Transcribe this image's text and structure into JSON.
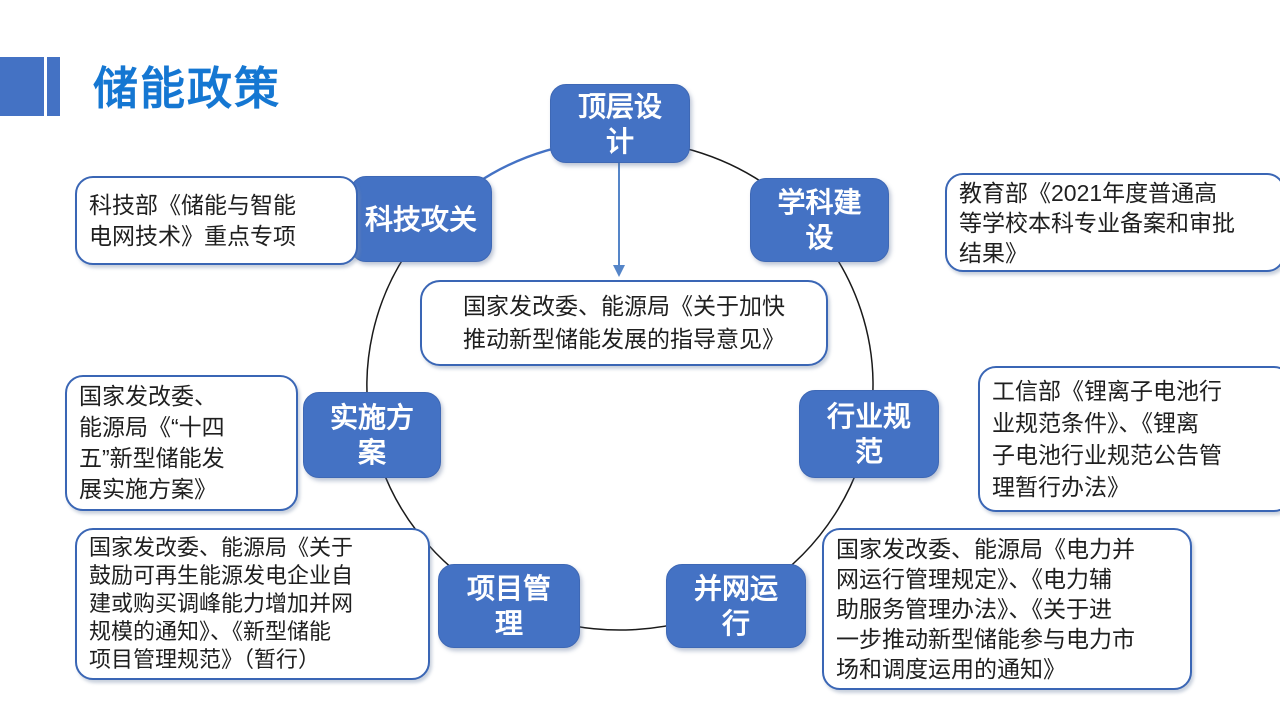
{
  "title": {
    "text": "储能政策"
  },
  "colors": {
    "accent_blue": "#4472C4",
    "title_text": "#1577D2",
    "callout_border": "#3A66B5",
    "circle_stroke": "#1a1a1a",
    "arrow_blue": "#5585C8",
    "node_text": "#ffffff"
  },
  "diagram": {
    "center_note": "国家发改委、能源局《关于加快\n推动新型储能发展的指导意见》",
    "nodes": [
      {
        "id": "top-level-design",
        "label": "顶层设\n计"
      },
      {
        "id": "discipline-construction",
        "label": "学科建\n设"
      },
      {
        "id": "tech-research",
        "label": "科技攻关"
      },
      {
        "id": "industry-standard",
        "label": "行业规\n范"
      },
      {
        "id": "implementation-plan",
        "label": "实施方\n案"
      },
      {
        "id": "project-management",
        "label": "项目管\n理"
      },
      {
        "id": "grid-operation",
        "label": "并网运\n行"
      }
    ],
    "callouts": [
      {
        "id": "tech",
        "text": "科技部《储能与智能\n电网技术》重点专项"
      },
      {
        "id": "education",
        "text": "教育部《2021年度普通高\n等学校本科专业备案和审批\n结果》"
      },
      {
        "id": "implementation",
        "text": "国家发改委、\n能源局《“十四\n五”新型储能发\n展实施方案》"
      },
      {
        "id": "industry",
        "text": "工信部《锂离子电池行\n业规范条件》、《锂离\n子电池行业规范公告管\n理暂行办法》"
      },
      {
        "id": "project",
        "text": "国家发改委、能源局《关于\n鼓励可再生能源发电企业自\n建或购买调峰能力增加并网\n规模的通知》、《新型储能\n项目管理规范》（暂行）"
      },
      {
        "id": "grid",
        "text": "国家发改委、能源局《电力并\n网运行管理规定》、《电力辅\n助服务管理办法》、《关于进\n一步推动新型储能参与电力市\n场和调度运用的通知》"
      }
    ]
  }
}
